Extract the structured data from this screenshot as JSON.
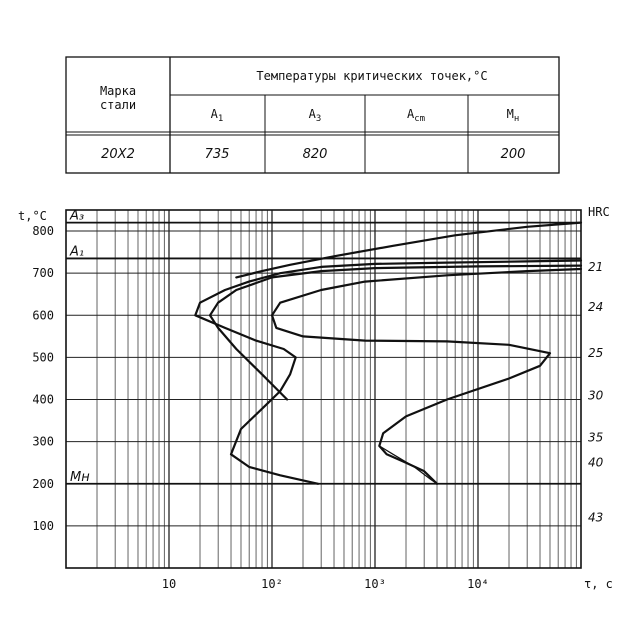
{
  "table": {
    "header_steel": [
      "Марка",
      "стали"
    ],
    "header_temps": "Температуры критических точек,°C",
    "cols": [
      {
        "main": "A",
        "sub": "1"
      },
      {
        "main": "A",
        "sub": "3"
      },
      {
        "main": "A",
        "sub": "cm"
      },
      {
        "main": "M",
        "sub": "н"
      }
    ],
    "row": {
      "steel": "20Х2",
      "A1": "735",
      "A3": "820",
      "Acm": "",
      "Mn": "200"
    }
  },
  "chart_data": {
    "type": "line",
    "ylabel": "t,°C",
    "xlabel": "τ, c",
    "right_label": "HRC",
    "x_scale": "log",
    "xlim": [
      1,
      100000
    ],
    "ylim": [
      0,
      850
    ],
    "y_ticks": [
      100,
      200,
      300,
      400,
      500,
      600,
      700,
      800
    ],
    "x_ticks": [
      {
        "value": 10,
        "label": "10"
      },
      {
        "value": 100,
        "label": "10²"
      },
      {
        "value": 1000,
        "label": "10³"
      },
      {
        "value": 10000,
        "label": "10⁴"
      }
    ],
    "grid": true,
    "reference_lines": [
      {
        "name": "A₃",
        "y": 820
      },
      {
        "name": "A₁",
        "y": 735
      },
      {
        "name": "Mн",
        "y": 200
      }
    ],
    "hrc_labels": [
      {
        "y": 715,
        "label": "21"
      },
      {
        "y": 620,
        "label": "24"
      },
      {
        "y": 510,
        "label": "25"
      },
      {
        "y": 410,
        "label": "30"
      },
      {
        "y": 310,
        "label": "35"
      },
      {
        "y": 250,
        "label": "40"
      },
      {
        "y": 120,
        "label": "43"
      }
    ],
    "curves": [
      {
        "width": 2.2,
        "points": [
          [
            280,
            200
          ],
          [
            120,
            220
          ],
          [
            60,
            240
          ],
          [
            40,
            270
          ],
          [
            50,
            330
          ],
          [
            90,
            390
          ],
          [
            120,
            420
          ],
          [
            150,
            460
          ],
          [
            170,
            500
          ],
          [
            130,
            520
          ],
          [
            70,
            540
          ],
          [
            35,
            570
          ],
          [
            18,
            600
          ],
          [
            20,
            630
          ],
          [
            35,
            660
          ],
          [
            60,
            680
          ],
          [
            120,
            700
          ],
          [
            300,
            715
          ],
          [
            1000,
            722
          ],
          [
            5000,
            725
          ],
          [
            30000,
            728
          ],
          [
            100000,
            730
          ]
        ]
      },
      {
        "width": 2.2,
        "points": [
          [
            140,
            400
          ],
          [
            80,
            460
          ],
          [
            45,
            520
          ],
          [
            30,
            570
          ],
          [
            25,
            600
          ],
          [
            30,
            630
          ],
          [
            45,
            660
          ],
          [
            100,
            690
          ],
          [
            300,
            705
          ],
          [
            1000,
            712
          ],
          [
            10000,
            716
          ],
          [
            100000,
            718
          ]
        ]
      },
      {
        "width": 2.2,
        "points": [
          [
            45,
            690
          ],
          [
            80,
            705
          ],
          [
            150,
            720
          ],
          [
            400,
            740
          ],
          [
            1500,
            765
          ],
          [
            6000,
            790
          ],
          [
            30000,
            810
          ],
          [
            100000,
            820
          ]
        ]
      },
      {
        "width": 2.2,
        "points": [
          [
            100,
            600
          ],
          [
            120,
            630
          ],
          [
            300,
            660
          ],
          [
            800,
            680
          ],
          [
            5000,
            695
          ],
          [
            30000,
            705
          ],
          [
            100000,
            710
          ]
        ]
      },
      {
        "width": 2.2,
        "points": [
          [
            100,
            600
          ],
          [
            110,
            570
          ],
          [
            200,
            550
          ],
          [
            800,
            540
          ],
          [
            5000,
            538
          ],
          [
            20000,
            530
          ],
          [
            50000,
            510
          ],
          [
            40000,
            480
          ],
          [
            20000,
            450
          ],
          [
            5000,
            400
          ],
          [
            2000,
            360
          ],
          [
            1200,
            320
          ],
          [
            1100,
            290
          ],
          [
            1300,
            270
          ],
          [
            2000,
            250
          ],
          [
            3000,
            230
          ],
          [
            4000,
            200
          ]
        ]
      },
      {
        "width": 1.2,
        "points": [
          [
            1100,
            290
          ],
          [
            1500,
            270
          ],
          [
            2400,
            240
          ],
          [
            3500,
            210
          ],
          [
            4000,
            200
          ]
        ]
      }
    ]
  }
}
